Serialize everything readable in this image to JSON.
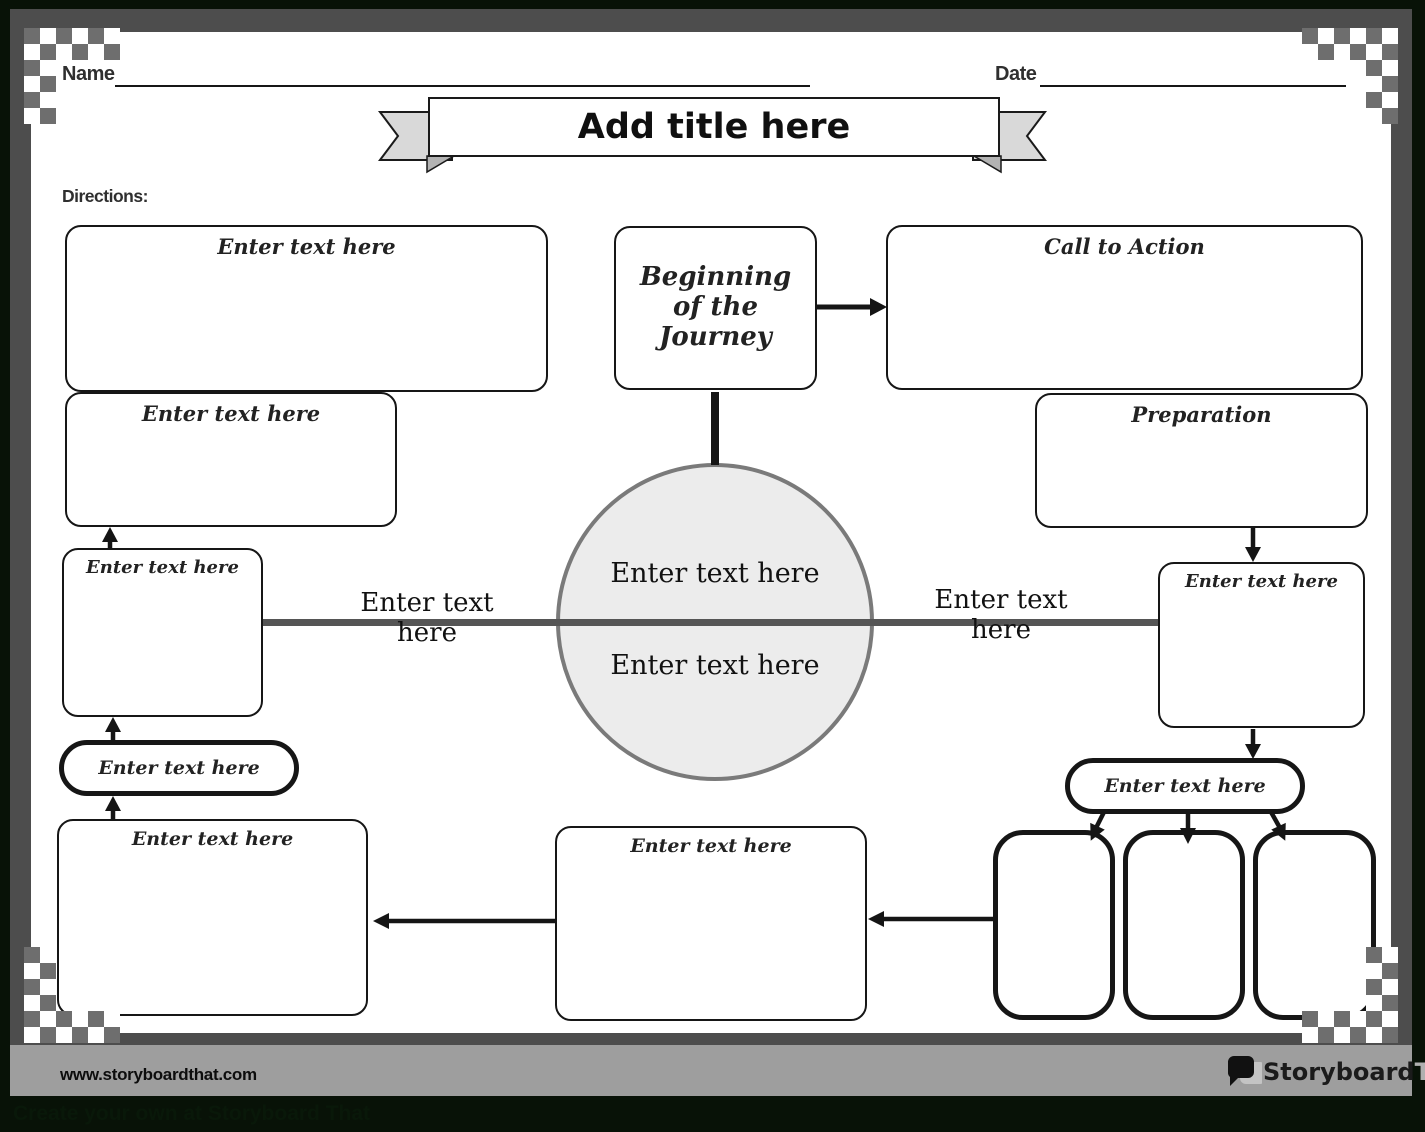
{
  "header": {
    "name_label": "Name",
    "date_label": "Date",
    "title": "Add title here",
    "directions_label": "Directions:"
  },
  "diagram": {
    "top_left_large": "Enter text here",
    "top_left_small": "Enter text here",
    "beginning": "Beginning of the Journey",
    "call_to_action": "Call to Action",
    "preparation": "Preparation",
    "mid_left": "Enter text here",
    "mid_right": "Enter text here",
    "pill_left": "Enter text here",
    "pill_right": "Enter text here",
    "bottom_left": "Enter text here",
    "bottom_center": "Enter text here",
    "circle_top": "Enter text here",
    "circle_bottom": "Enter text here",
    "line_label_left": "Enter text here",
    "line_label_right": "Enter text here"
  },
  "footer": {
    "url": "www.storyboardthat.com",
    "logo_primary": "Storyboard",
    "logo_secondary": "That",
    "watermark": "Create your own at Storyboard That"
  },
  "colors": {
    "frame": "#4d4d4d",
    "footer_bar": "#9e9e9e",
    "checker_gray": "#6e6e6e",
    "circle_fill": "#ececec",
    "circle_border": "#7a7a7a",
    "divider_line": "#555555",
    "ink": "#151515",
    "ribbon_gray": "#d9d9d9"
  }
}
